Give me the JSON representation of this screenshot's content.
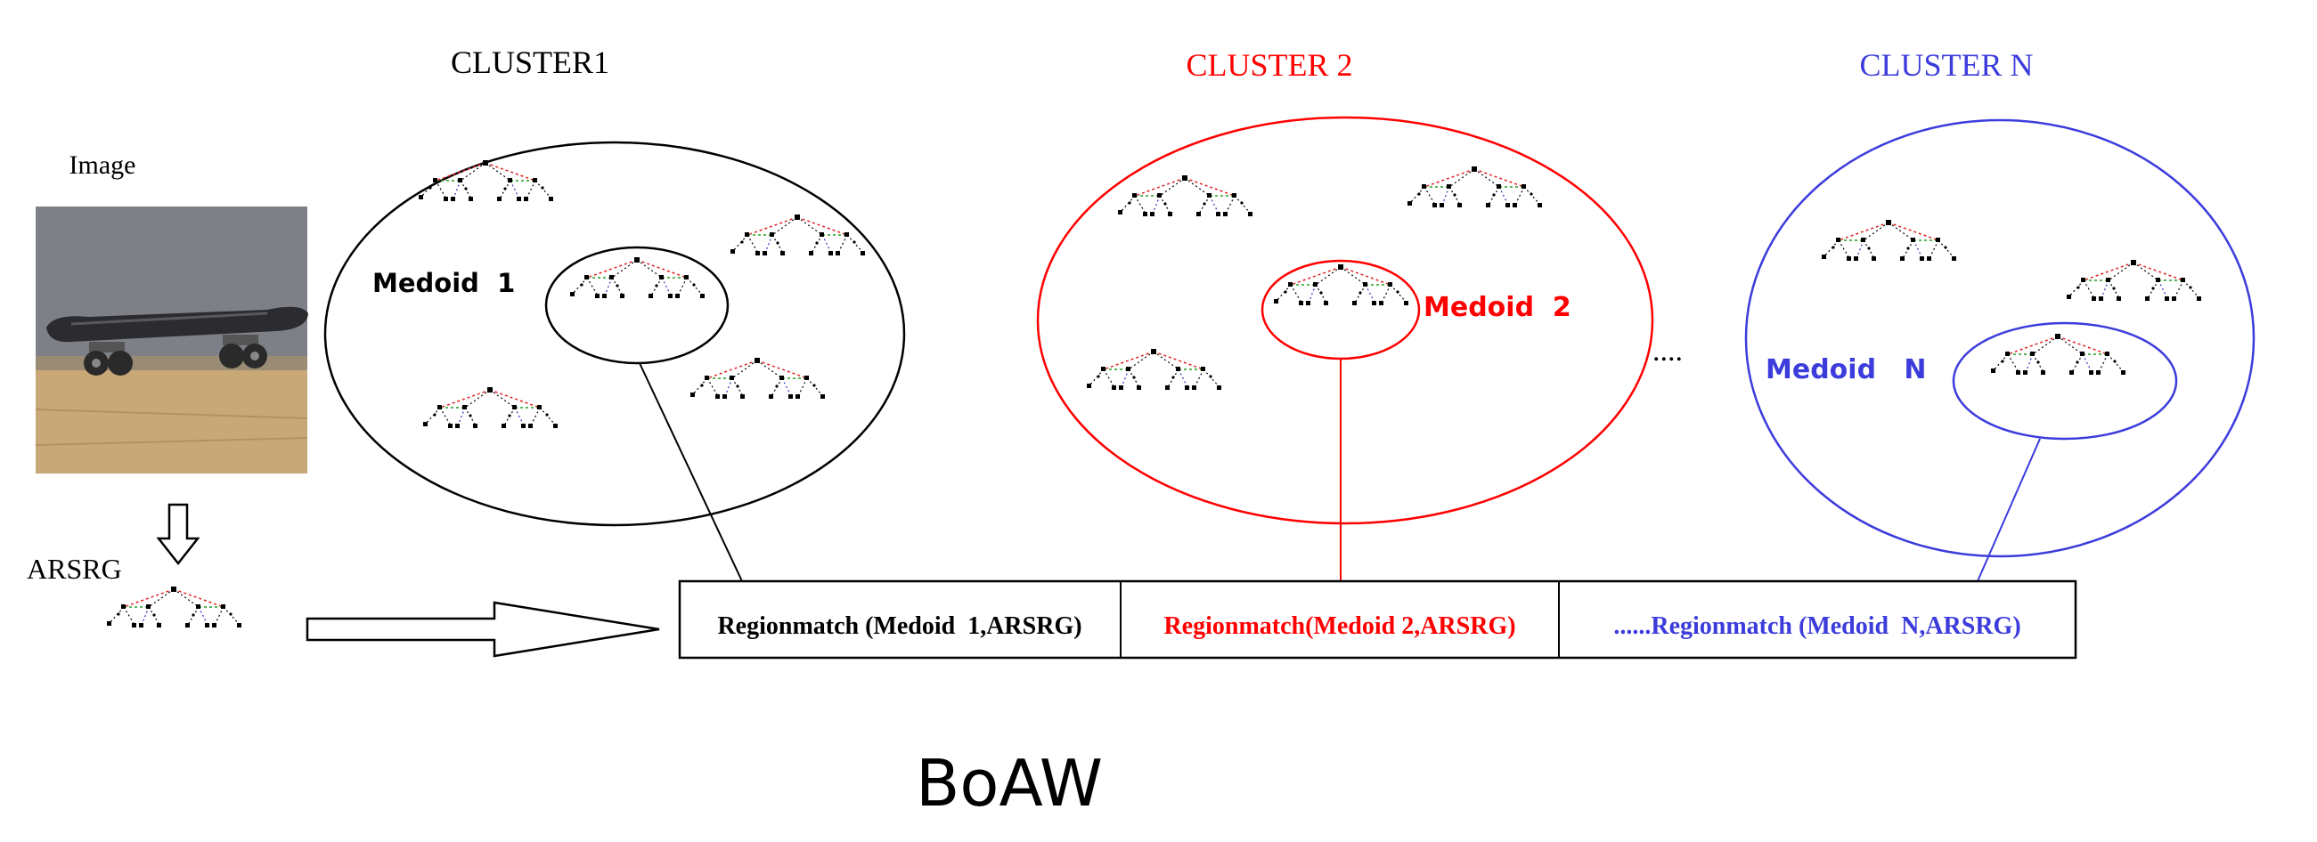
{
  "image_label": "Image",
  "arsrg_label": "ARSRG",
  "clusters": [
    {
      "title": "CLUSTER1",
      "medoid": "Medoid  1",
      "color": "#000000"
    },
    {
      "title": "CLUSTER 2",
      "medoid": "Medoid  2",
      "color": "#ff0000"
    },
    {
      "title": "CLUSTER N",
      "medoid": "Medoid   N",
      "color": "#3c3cdc"
    }
  ],
  "ellipsis": "....",
  "vector_cells": [
    {
      "text": "Regionmatch (Medoid  1,ARSRG)",
      "color": "#000000"
    },
    {
      "text": "Regionmatch(Medoid 2,ARSRG)",
      "color": "#ff0000"
    },
    {
      "text": "......Regionmatch (Medoid  N,ARSRG)",
      "color": "#3c3cdc"
    }
  ],
  "caption": "BoAW"
}
